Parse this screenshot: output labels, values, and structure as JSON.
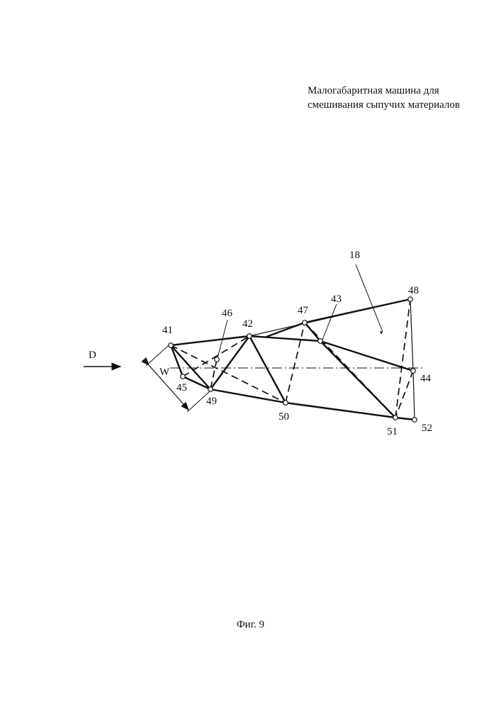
{
  "header": {
    "line1": "Малогабаритная машина для",
    "line2": "смешивания сыпучих материалов"
  },
  "figure": {
    "caption": "Фиг. 9",
    "direction_label": "D",
    "dimension_label": "W",
    "region_label": "18",
    "nodes": [
      "41",
      "42",
      "43",
      "44",
      "45",
      "46",
      "47",
      "48",
      "49",
      "50",
      "51",
      "52"
    ]
  }
}
